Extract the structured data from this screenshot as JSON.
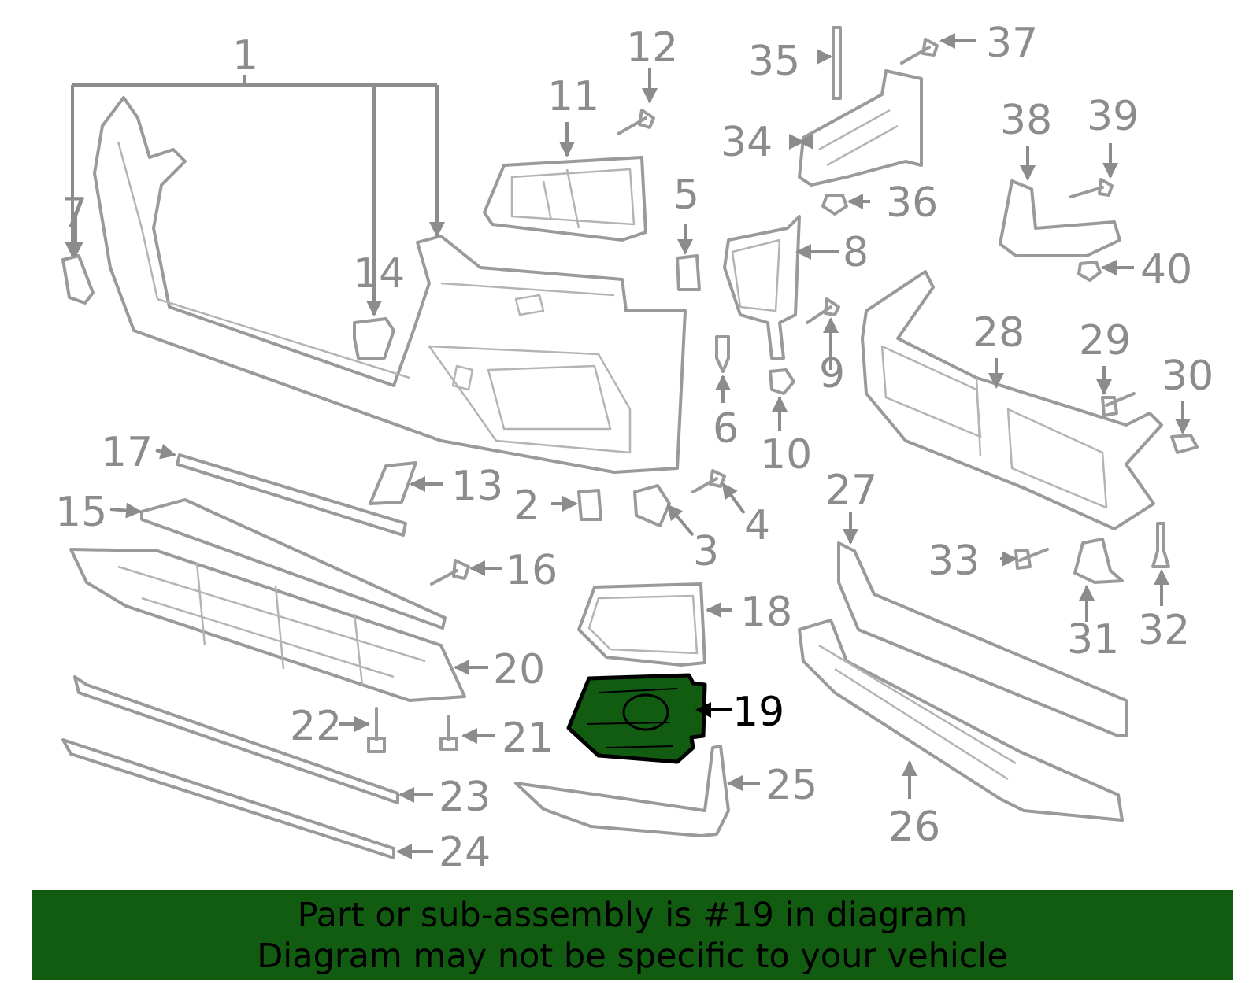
{
  "diagram": {
    "callouts": [
      "1",
      "2",
      "3",
      "4",
      "5",
      "6",
      "7",
      "8",
      "9",
      "10",
      "11",
      "12",
      "13",
      "14",
      "15",
      "16",
      "17",
      "18",
      "19",
      "20",
      "21",
      "22",
      "23",
      "24",
      "25",
      "26",
      "27",
      "28",
      "29",
      "30",
      "31",
      "32",
      "33",
      "34",
      "35",
      "36",
      "37",
      "38",
      "39",
      "40"
    ],
    "highlighted_part": "19",
    "highlight_color": "#125c12",
    "line_color": "#9a9a9a",
    "label_color": "#8c8c8c"
  },
  "banner": {
    "line1": "Part or sub-assembly is #19 in diagram",
    "line2": "Diagram may not be specific to your vehicle",
    "background": "#125c12"
  }
}
